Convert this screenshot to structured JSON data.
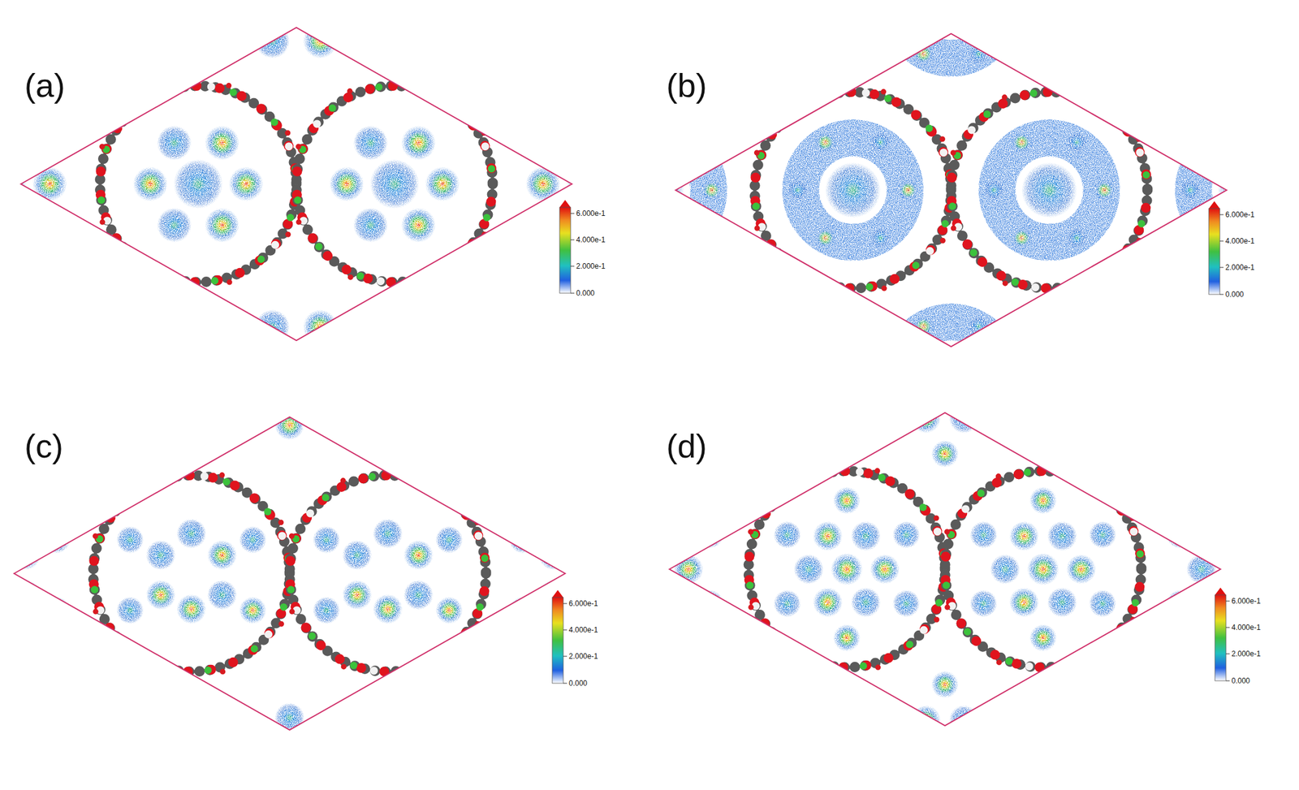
{
  "diagram": {
    "labels": [
      "(a)",
      "6.000e-1",
      "4.000e-1",
      "2.000e-1",
      "0.000",
      "(b)",
      "6.000e-1",
      "4.000e-1",
      "2.000e-1",
      "0.000",
      "(c)",
      "6.000e-1",
      "4.000e-1",
      "2.000e-1",
      "0.000",
      "(d)",
      "6.000e-1",
      "4.000e-1",
      "2.000e-1",
      "0.000"
    ]
  }
}
